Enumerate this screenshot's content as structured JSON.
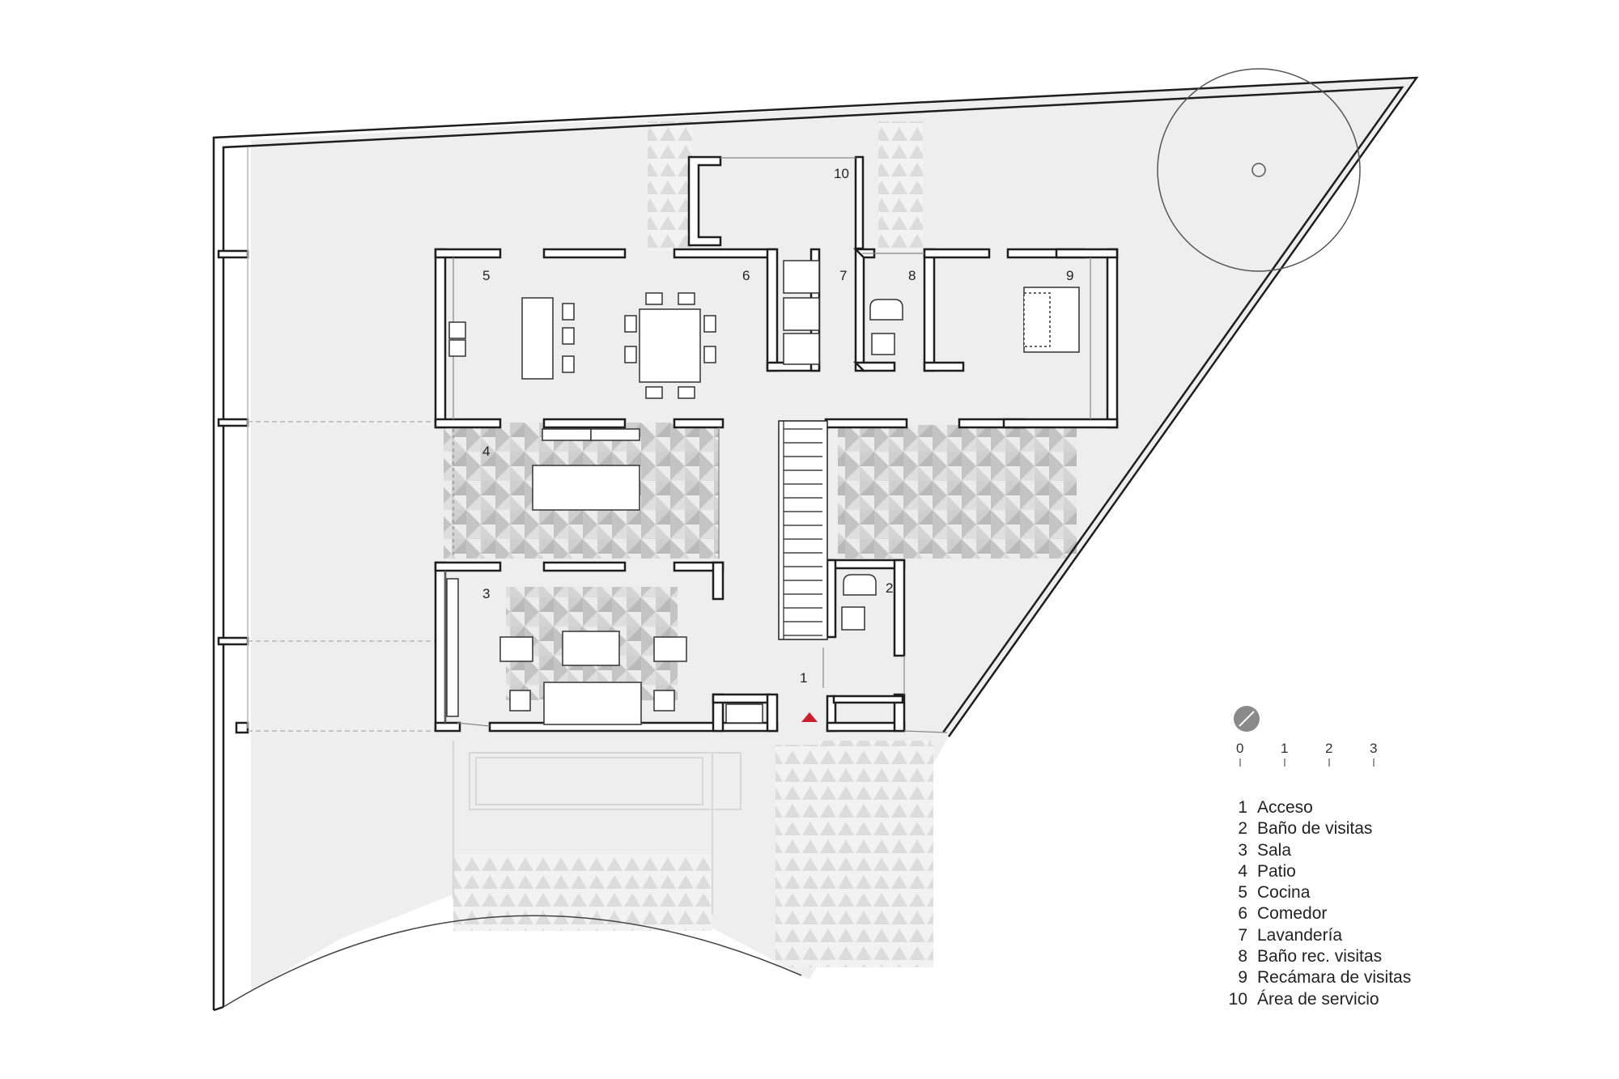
{
  "rooms": [
    {
      "num": "1",
      "name": "Acceso"
    },
    {
      "num": "2",
      "name": "Baño de visitas"
    },
    {
      "num": "3",
      "name": "Sala"
    },
    {
      "num": "4",
      "name": "Patio"
    },
    {
      "num": "5",
      "name": "Cocina"
    },
    {
      "num": "6",
      "name": "Comedor"
    },
    {
      "num": "7",
      "name": "Lavandería"
    },
    {
      "num": "8",
      "name": "Baño rec. visitas"
    },
    {
      "num": "9",
      "name": "Recámara de visitas"
    },
    {
      "num": "10",
      "name": "Área de servicio"
    }
  ],
  "scale_bar": {
    "ticks": [
      "0",
      "1",
      "2",
      "3"
    ]
  },
  "north_icon": "north-arrow-icon",
  "colors": {
    "wall": "#1e1e1e",
    "ground": "#eeeeee",
    "tile": "#c9c9c9",
    "entry_marker": "#c8202f"
  }
}
